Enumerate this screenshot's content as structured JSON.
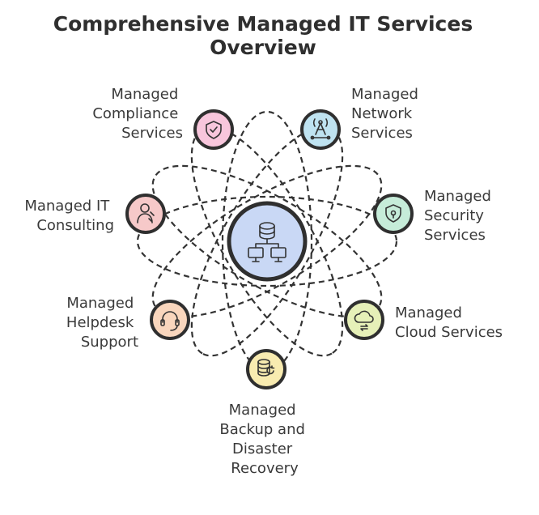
{
  "title": {
    "line1": "Comprehensive Managed IT Services",
    "line2": "Overview"
  },
  "center": {
    "icon": "database-network-icon",
    "fill": "#c9d8f5"
  },
  "services": [
    {
      "id": "compliance",
      "lines": [
        "Managed",
        "Compliance",
        "Services"
      ],
      "icon": "shield-check-icon",
      "color": "#f8c6dc"
    },
    {
      "id": "network",
      "lines": [
        "Managed",
        "Network",
        "Services"
      ],
      "icon": "network-tower-icon",
      "color": "#bfe3f1"
    },
    {
      "id": "consulting",
      "lines": [
        "Managed IT",
        "Consulting"
      ],
      "icon": "consultant-icon",
      "color": "#f6c9c9"
    },
    {
      "id": "security",
      "lines": [
        "Managed",
        "Security",
        "Services"
      ],
      "icon": "security-shield-icon",
      "color": "#c6ecd9"
    },
    {
      "id": "helpdesk",
      "lines": [
        "Managed",
        "Helpdesk",
        "Support"
      ],
      "icon": "headset-icon",
      "color": "#f9d6bd"
    },
    {
      "id": "cloud",
      "lines": [
        "Managed",
        "Cloud Services"
      ],
      "icon": "cloud-sync-icon",
      "color": "#e6f0b8"
    },
    {
      "id": "backup",
      "lines": [
        "Managed",
        "Backup and",
        "Disaster",
        "Recovery"
      ],
      "icon": "database-backup-icon",
      "color": "#f8ebb0"
    }
  ]
}
